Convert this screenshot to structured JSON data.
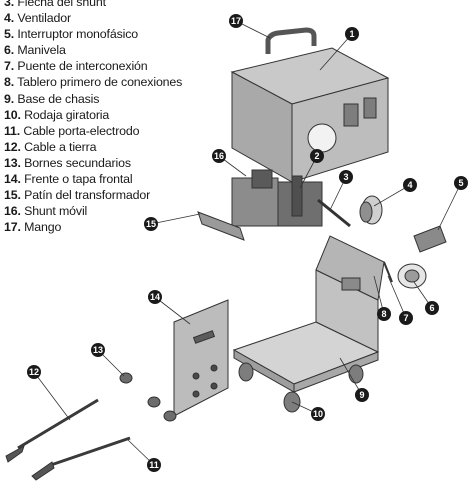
{
  "legend": [
    {
      "num": "3.",
      "label": "Flecha del shunt"
    },
    {
      "num": "4.",
      "label": "Ventilador"
    },
    {
      "num": "5.",
      "label": "Interruptor monofásico"
    },
    {
      "num": "6.",
      "label": "Manivela"
    },
    {
      "num": "7.",
      "label": "Puente de interconexión"
    },
    {
      "num": "8.",
      "label": "Tablero primero de conexiones"
    },
    {
      "num": "9.",
      "label": "Base de chasis"
    },
    {
      "num": "10.",
      "label": "Rodaja giratoria"
    },
    {
      "num": "11.",
      "label": "Cable porta-electrodo"
    },
    {
      "num": "12.",
      "label": "Cable a tierra"
    },
    {
      "num": "13.",
      "label": "Bornes secundarios"
    },
    {
      "num": "14.",
      "label": "Frente o tapa frontal"
    },
    {
      "num": "15.",
      "label": "Patín del transformador"
    },
    {
      "num": "16.",
      "label": "Shunt móvil"
    },
    {
      "num": "17.",
      "label": "Mango"
    }
  ],
  "callouts": [
    "1",
    "2",
    "3",
    "4",
    "5",
    "6",
    "7",
    "8",
    "9",
    "10",
    "11",
    "12",
    "13",
    "14",
    "15",
    "16",
    "17"
  ]
}
